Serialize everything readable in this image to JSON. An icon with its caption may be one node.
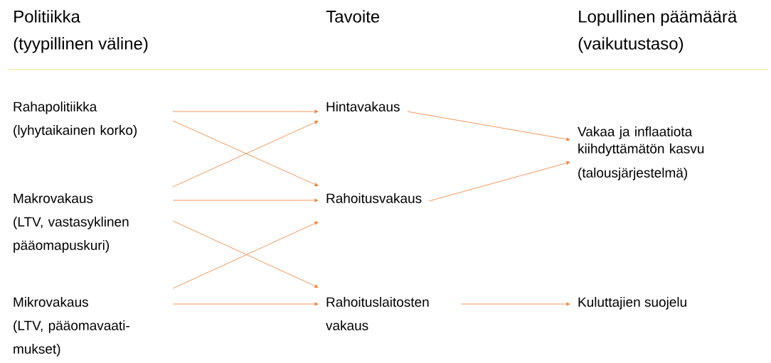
{
  "diagram": {
    "nodes": [
      {
        "text": [
          "Rahapolitiikka",
          "(lyhytaikainen korko)"
        ]
      },
      {
        "text": [
          "Makrovakaus",
          "(LTV, vastasyklinen pääomapuskuri)"
        ]
      },
      {
        "text": [
          "Mikrovakaus",
          "(LTV, pääomavaati- mukset)"
        ]
      },
      {
        "text": [
          "Hintavakaus"
        ]
      },
      {
        "text": [
          "Rahoitusvakaus"
        ]
      },
      {
        "text": [
          "Rahoituslaitosten vakaus"
        ]
      },
      {
        "text": [
          "Vakaa ja inflaatiota kiihdyttämätön kasvu",
          "(talousjärjestelmä)"
        ]
      },
      {
        "text": [
          "Kuluttajien suojelu"
        ]
      }
    ],
    "edges": [
      {
        "from": 0,
        "to": 3,
        "arrow": "to"
      },
      {
        "from": 0,
        "to": 4,
        "arrow": "to"
      },
      {
        "from": 1,
        "to": 3,
        "arrow": "to"
      },
      {
        "from": 1,
        "to": 4,
        "arrow": "to"
      },
      {
        "from": 1,
        "to": 5,
        "arrow": "to"
      },
      {
        "from": 2,
        "to": 4,
        "arrow": "to"
      },
      {
        "from": 2,
        "to": 5,
        "arrow": "to"
      },
      {
        "from": 3,
        "to": 6,
        "arrow": "to"
      },
      {
        "from": 4,
        "to": 6,
        "arrow": "to"
      },
      {
        "from": 5,
        "to": 7,
        "arrow": "to"
      }
    ],
    "labels": [
      "Politiikka",
      "(tyypillinen väline)",
      "Tavoite",
      "Lopullinen päämäärä",
      "(vaikutustaso)"
    ]
  }
}
